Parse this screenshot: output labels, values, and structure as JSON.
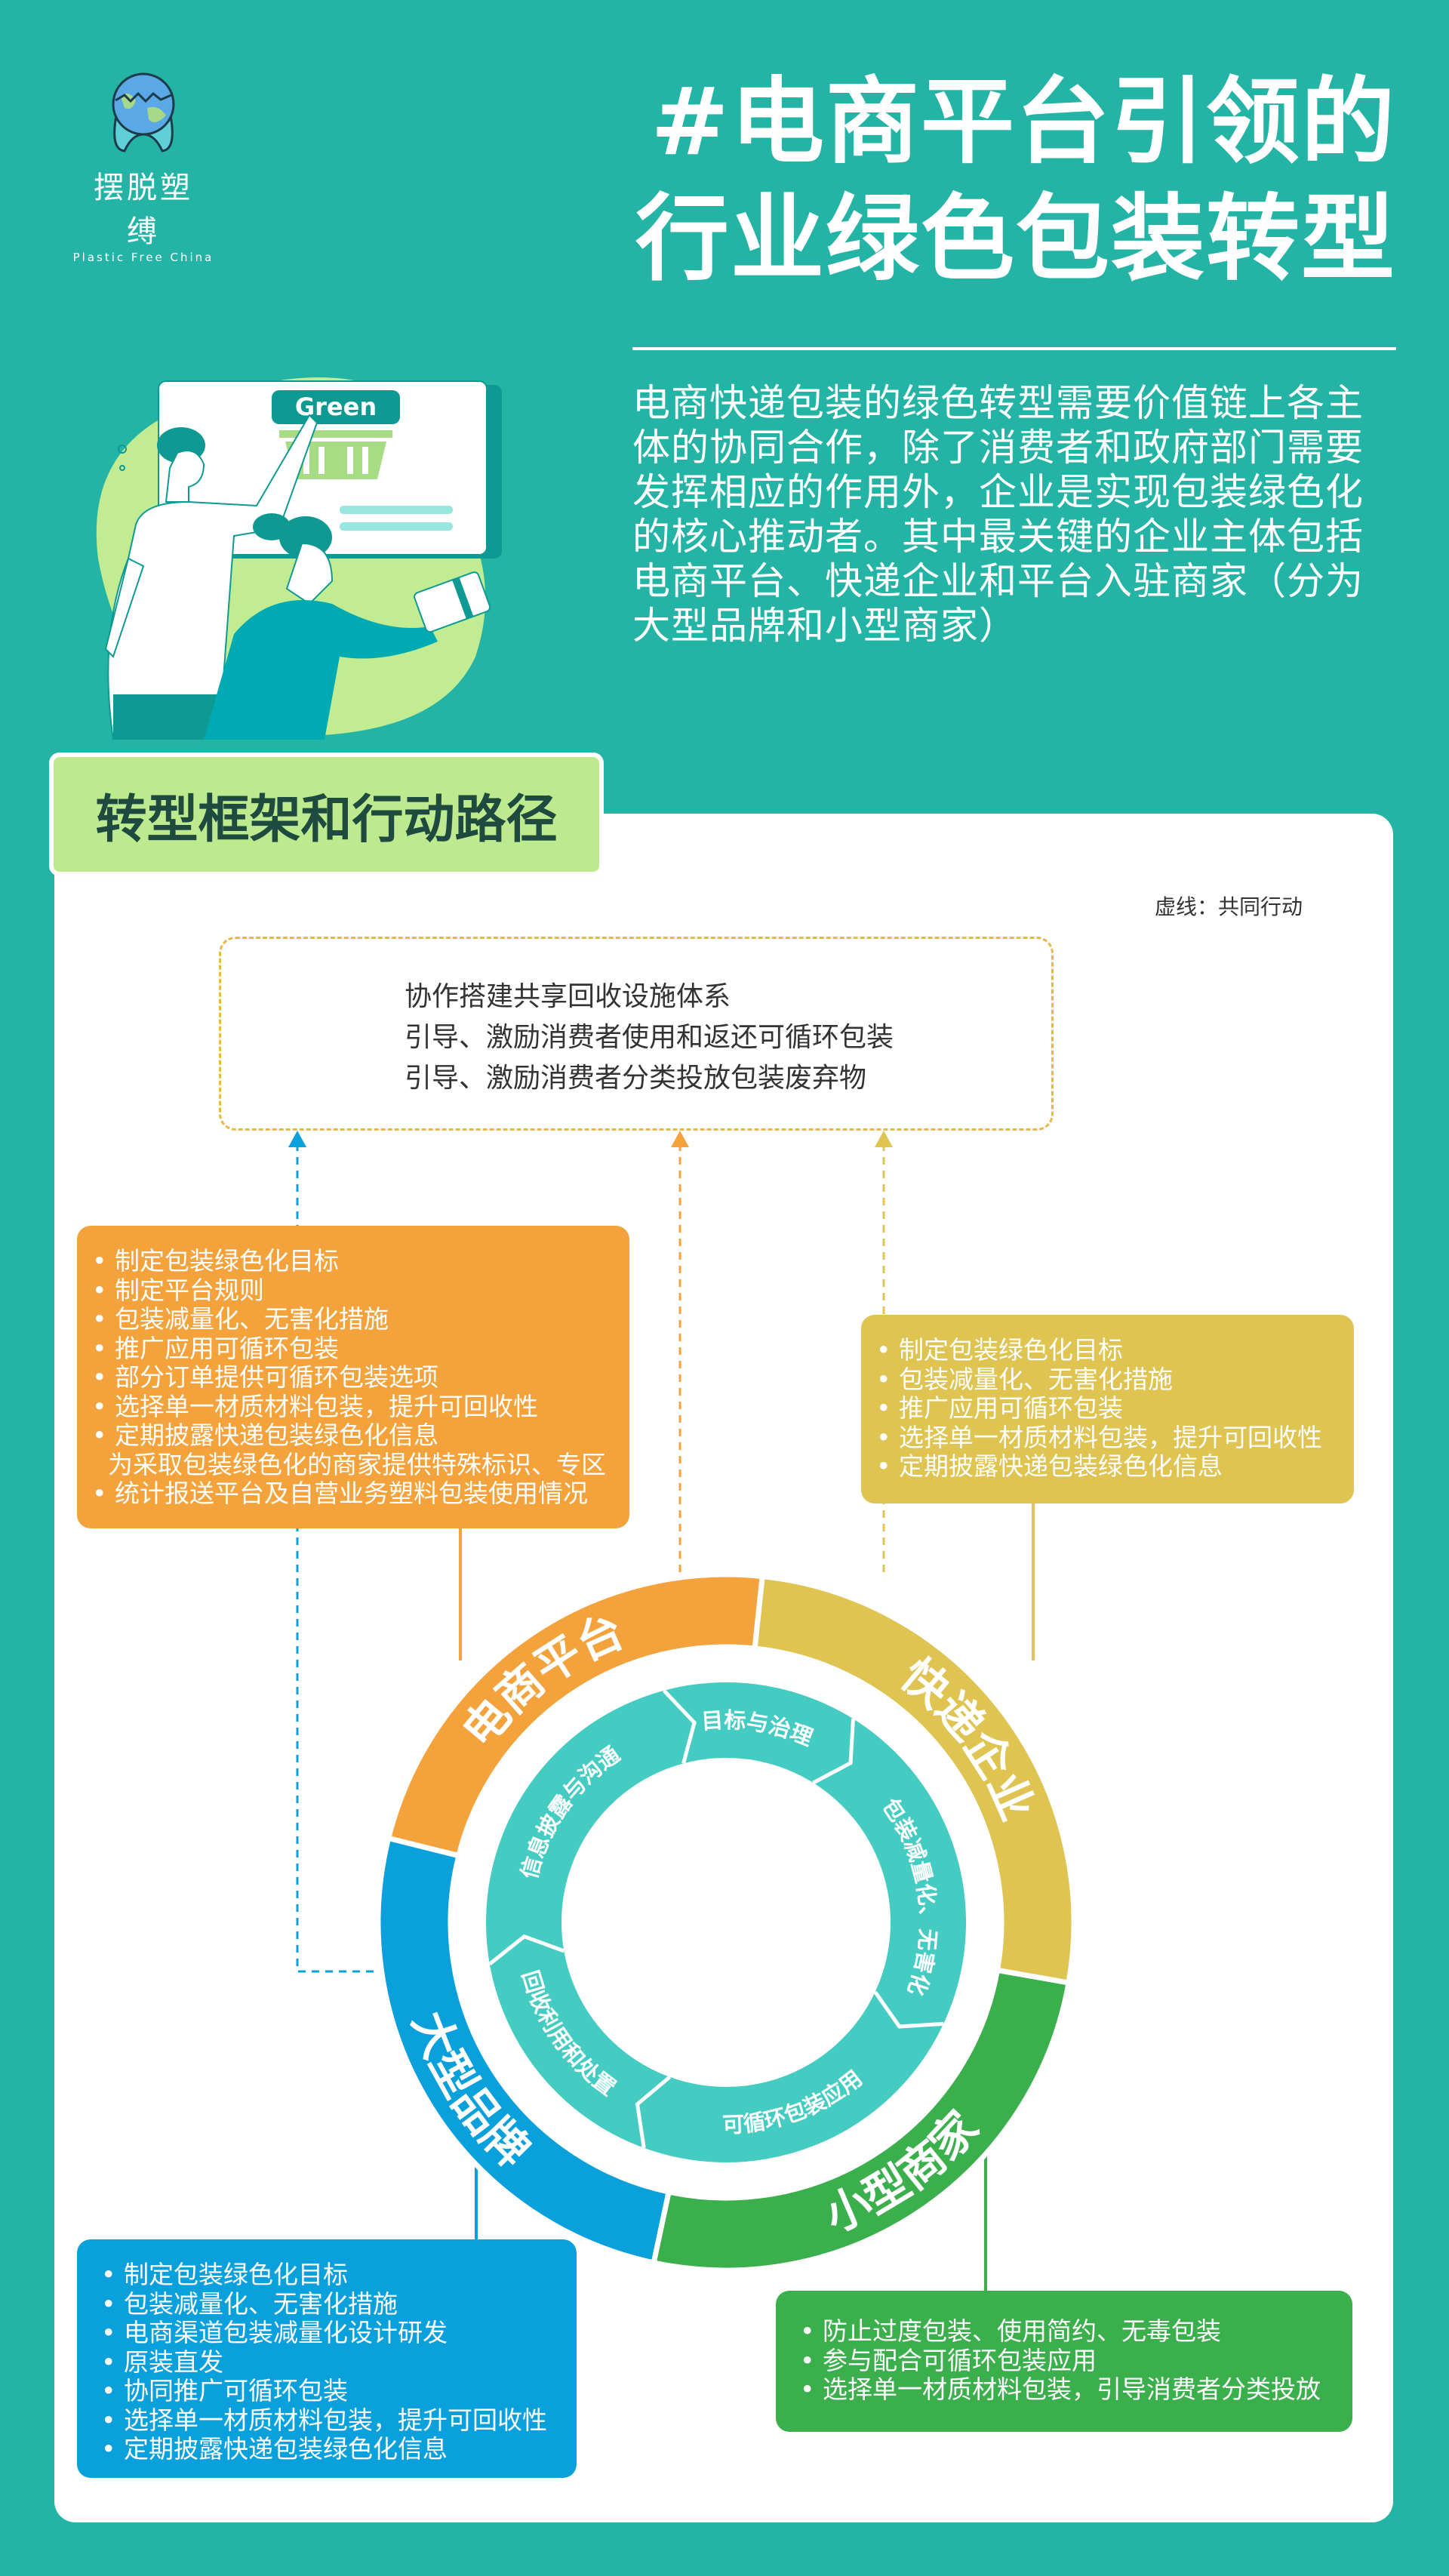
{
  "logo": {
    "name_cn": "摆脱塑缚",
    "name_en": "Plastic Free China"
  },
  "header": {
    "title_line1": "#电商平台引领的",
    "title_line2": "行业绿色包装转型"
  },
  "intro": {
    "lines": [
      "电商快递包装的绿色转型需要价值链上各主",
      "体的协同合作，除了消费者和政府部门需要",
      "发挥相应的作用外，企业是实现包装绿色化",
      "的核心推动者。其中最关键的企业主体包括",
      "电商平台、快递企业和平台入驻商家（分为",
      "大型品牌和小型商家）"
    ]
  },
  "illustration": {
    "button_label": "Green"
  },
  "section": {
    "title": "转型框架和行动路径",
    "legend": "虚线：共同行动"
  },
  "shared_actions": [
    "协作搭建共享回收设施体系",
    "引导、激励消费者使用和返还可循环包装",
    "引导、激励消费者分类投放包装废弃物"
  ],
  "actors": {
    "ecommerce": {
      "label": "电商平台",
      "color": "#f4a33c",
      "items": [
        "• 制定包装绿色化目标",
        "• 制定平台规则",
        "• 包装减量化、无害化措施",
        "• 推广应用可循环包装",
        "• 部分订单提供可循环包装选项",
        "• 选择单一材质材料包装，提升可回收性",
        "• 定期披露快递包装绿色化信息",
        "  为采取包装绿色化的商家提供特殊标识、专区",
        "• 统计报送平台及自营业务塑料包装使用情况"
      ]
    },
    "express": {
      "label": "快递企业",
      "color": "#dfc452",
      "items": [
        "• 制定包装绿色化目标",
        "• 包装减量化、无害化措施",
        "• 推广应用可循环包装",
        "• 选择单一材质材料包装，提升可回收性",
        "• 定期披露快递包装绿色化信息"
      ]
    },
    "brand": {
      "label": "大型品牌",
      "color": "#0aa0dc",
      "items": [
        "• 制定包装绿色化目标",
        "• 包装减量化、无害化措施",
        "• 电商渠道包装减量化设计研发",
        "• 原装直发",
        "• 协同推广可循环包装",
        "• 选择单一材质材料包装，提升可回收性",
        "• 定期披露快递包装绿色化信息"
      ]
    },
    "merchant": {
      "label": "小型商家",
      "color": "#3aaf4b",
      "items": [
        "• 防止过度包装、使用简约、无毒包装",
        "• 参与配合可循环包装应用",
        "• 选择单一材质材料包装，引导消费者分类投放"
      ]
    }
  },
  "cycle": [
    "目标与治理",
    "包装减量化、无害化",
    "可循环包装应用",
    "回收利用和处置",
    "信息披露与沟通"
  ],
  "colors": {
    "background": "#23b4a6",
    "cycle_ring": "#45ccc2",
    "tab": "#bde98f"
  }
}
